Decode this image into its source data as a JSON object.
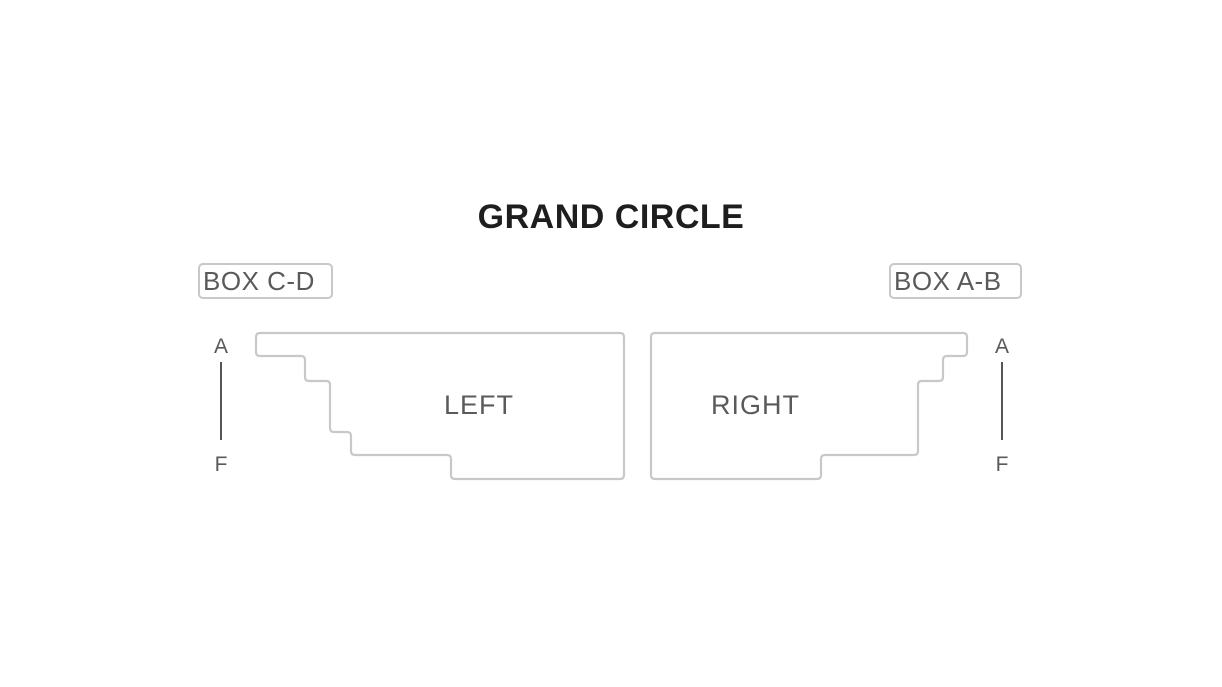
{
  "title": "GRAND CIRCLE",
  "boxes": {
    "left": "BOX C-D",
    "right": "BOX A-B"
  },
  "sections": {
    "left": "LEFT",
    "right": "RIGHT"
  },
  "rows": {
    "first": "A",
    "last": "F"
  },
  "colors": {
    "title": "#1e1e1e",
    "label": "#5a5a5a",
    "outline": "#c8c8c8",
    "row_line": "#555555",
    "background": "#ffffff"
  }
}
